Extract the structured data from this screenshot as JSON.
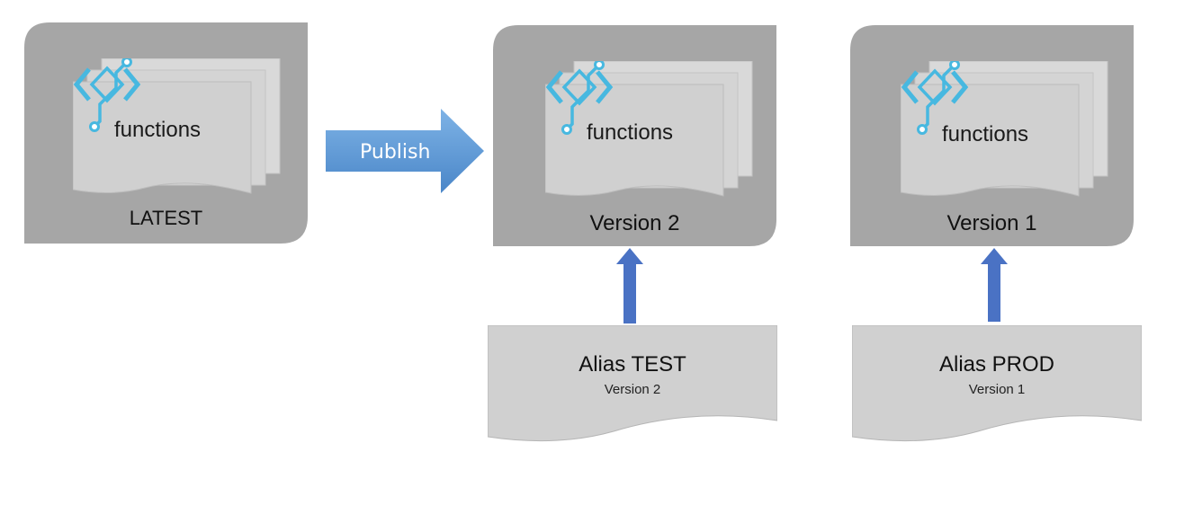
{
  "colors": {
    "box_gray": "#a6a6a6",
    "doc_gray": "#d0d0d0",
    "doc_edge": "#bdbdbd",
    "icon_blue": "#47b8e0",
    "arrow_blue": "#4a72c4",
    "publish_blue": "#5b9bd5"
  },
  "boxes": [
    {
      "doc_text": "functions",
      "label": "LATEST"
    },
    {
      "doc_text": "functions",
      "label": "Version 2"
    },
    {
      "doc_text": "functions",
      "label": "Version 1"
    }
  ],
  "publish_arrow": {
    "label": "Publish"
  },
  "aliases": [
    {
      "title": "Alias TEST",
      "version": "Version 2"
    },
    {
      "title": "Alias PROD",
      "version": "Version 1"
    }
  ]
}
